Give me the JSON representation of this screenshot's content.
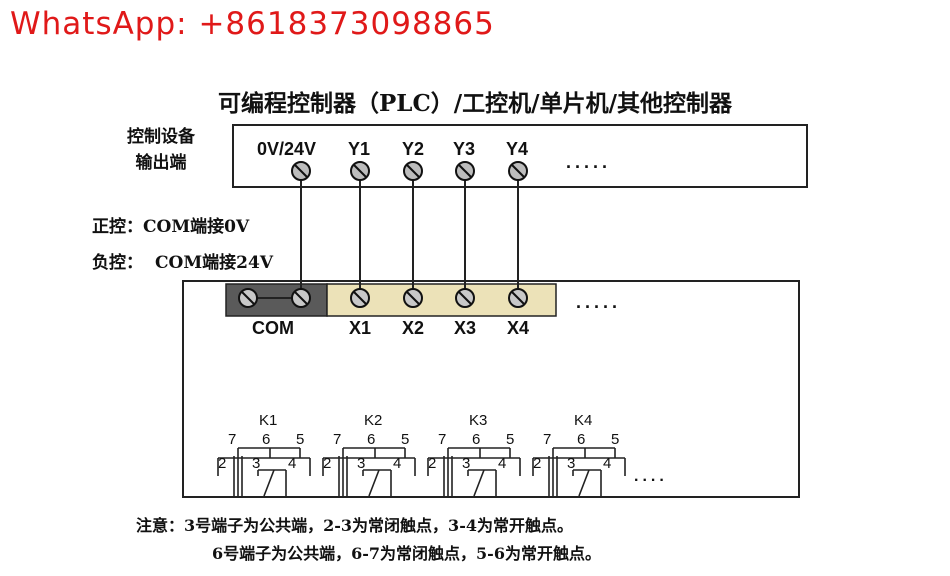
{
  "watermark": "WhatsApp: +8618373098865",
  "title": "可编程控制器（PLC）/工控机/单片机/其他控制器",
  "controller": {
    "label_line1": "控制设备",
    "label_line2": "输出端",
    "terminals": [
      "0V/24V",
      "Y1",
      "Y2",
      "Y3",
      "Y4"
    ],
    "more": "....."
  },
  "control_mode": {
    "positive_prefix": "正控：",
    "positive_text": "COM端接0V",
    "negative_prefix": "负控：",
    "negative_text": "COM端接24V"
  },
  "module": {
    "terminals": [
      "COM",
      "X1",
      "X2",
      "X3",
      "X4"
    ],
    "more": "....."
  },
  "relays": [
    {
      "name": "K1",
      "pins_top": [
        "7",
        "6",
        "5"
      ],
      "pins_bottom": [
        "2",
        "3",
        "4"
      ]
    },
    {
      "name": "K2",
      "pins_top": [
        "7",
        "6",
        "5"
      ],
      "pins_bottom": [
        "2",
        "3",
        "4"
      ]
    },
    {
      "name": "K3",
      "pins_top": [
        "7",
        "6",
        "5"
      ],
      "pins_bottom": [
        "2",
        "3",
        "4"
      ]
    },
    {
      "name": "K4",
      "pins_top": [
        "7",
        "6",
        "5"
      ],
      "pins_bottom": [
        "2",
        "3",
        "4"
      ]
    }
  ],
  "relays_more": "....",
  "notes": {
    "prefix": "注意：",
    "line1": "3号端子为公共端，2-3为常闭触点，3-4为常开触点。",
    "line2": "6号端子为公共端，6-7为常闭触点，5-6为常开触点。"
  },
  "colors": {
    "watermark": "#e01919",
    "com_block": "#5a5a5a",
    "x_block": "#ece2b8"
  }
}
